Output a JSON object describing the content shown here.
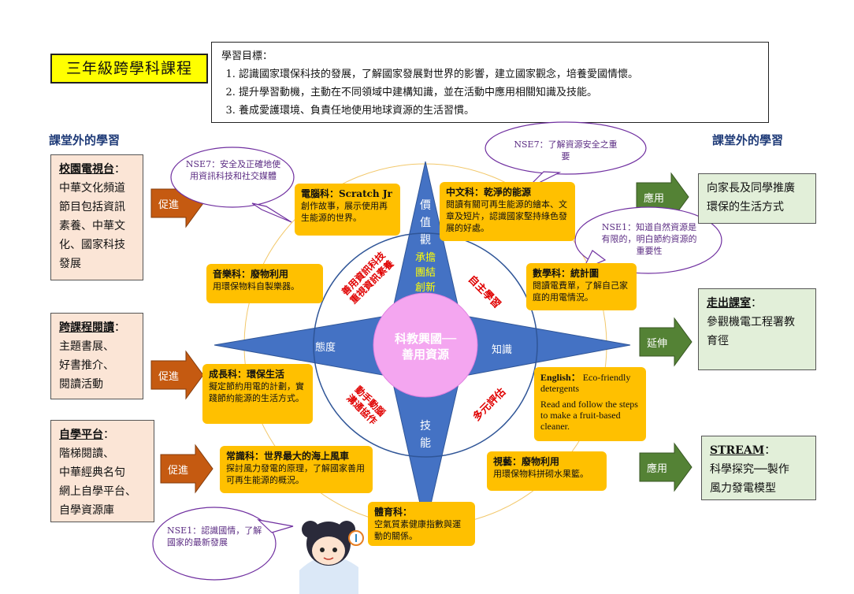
{
  "title": "三年級跨學科課程",
  "objectives": {
    "heading": "學習目標：",
    "items": [
      "認識國家環保科技的發展，了解國家發展對世界的影響，建立國家觀念，培養愛國情懷。",
      "提升學習動機，主動在不同領域中建構知識，並在活動中應用相關知識及技能。",
      "養成愛護環境、負責任地使用地球資源的生活習慣。"
    ]
  },
  "left_heading": "課堂外的學習",
  "right_heading": "課堂外的學習",
  "left_boxes": [
    {
      "title": "校園電視台",
      "sep": "：",
      "lines": [
        "中華文化頻道",
        "節目包括資訊",
        "素養、中華文",
        "化、國家科技",
        "發展"
      ]
    },
    {
      "title": "跨課程閱讀",
      "sep": "：",
      "lines": [
        "主題書展、",
        "好書推介、",
        "閱讀活動"
      ]
    },
    {
      "title": "自學平台",
      "sep": "：",
      "lines": [
        "階梯閱讀、",
        "中華經典名句",
        "網上自學平台、",
        "自學資源庫"
      ]
    }
  ],
  "left_arrows": [
    "促進",
    "促進",
    "促進"
  ],
  "right_boxes": [
    {
      "title": "",
      "sep": "",
      "lines": [
        "向家長及同學推廣",
        "環保的生活方式"
      ]
    },
    {
      "title": "走出課室",
      "sep": "：",
      "lines": [
        "參觀機電工程署教",
        "育徑"
      ]
    },
    {
      "title": "STREAM",
      "sep": "：",
      "lines": [
        "科學探究──製作",
        "風力發電模型"
      ]
    }
  ],
  "right_arrows": [
    "應用",
    "延伸",
    "應用"
  ],
  "center": {
    "line1": "科教興國──",
    "line2": "善用資源"
  },
  "star": {
    "top": [
      "價",
      "值",
      "觀"
    ],
    "left": "態度",
    "right": "知識",
    "bottom": [
      "技",
      "能"
    ]
  },
  "diamond_words": {
    "top": [
      "承擔",
      "團結",
      "創新"
    ],
    "upper_left": [
      "善用資訊科技",
      "重視資訊素養"
    ],
    "upper_right": "自主學習",
    "lower_left": [
      "動手動腦",
      "溝通協作"
    ],
    "lower_right": "多元評估"
  },
  "subjects": [
    {
      "name": "電腦科：Scratch Jr",
      "text": "創作故事，展示使用再生能源的世界。"
    },
    {
      "name": "中文科：乾淨的能源",
      "text": "閱讀有關可再生能源的繪本、文章及短片，認識國家堅持綠色發展的好處。"
    },
    {
      "name": "音樂科：廢物利用",
      "text": "用環保物料自製樂器。"
    },
    {
      "name": "數學科：統計圖",
      "text": "閱讀電費單，了解自己家庭的用電情況。"
    },
    {
      "name": "成長科：環保生活",
      "text": "擬定節約用電的計劃，實踐節約能源的生活方式。"
    },
    {
      "name": "English：",
      "name2": "Eco-friendly detergents",
      "text": "Read and follow the steps to make a fruit-based cleaner."
    },
    {
      "name": "常識科：世界最大的海上風車",
      "text": "探討風力發電的原理，了解國家善用可再生能源的概況。"
    },
    {
      "name": "視藝：廢物利用",
      "text": "用環保物料拼砌水果籃。"
    },
    {
      "name": "體育科：",
      "text": "空氣質素健康指數與運動的關係。"
    }
  ],
  "bubbles": [
    {
      "text": "NSE7：安全及正確地使用資訊科技和社交媒體"
    },
    {
      "text": "NSE7：了解資源安全之重要"
    },
    {
      "text": "NSE1：知道自然資源是有限的，明白節約資源的重要性"
    },
    {
      "text": "NSE1：認識國情，了解國家的最新發展"
    }
  ],
  "colors": {
    "star": "#4472c4",
    "circle": "#f4a6f0",
    "yellow": "#ffc000",
    "left_arrow": "#c55a11",
    "right_arrow": "#548235",
    "bubble_border": "#7030a0",
    "red_text": "#e00000"
  }
}
